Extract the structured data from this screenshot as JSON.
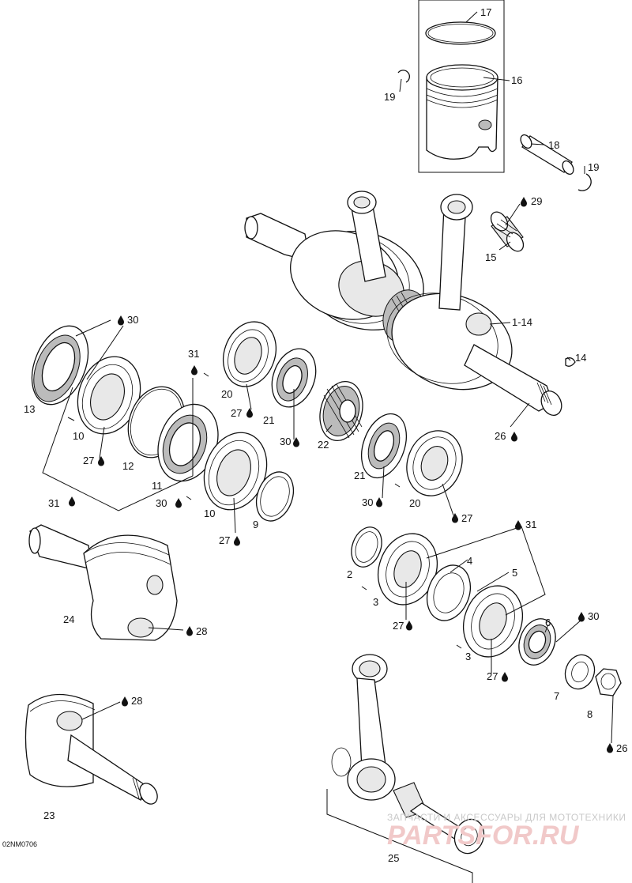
{
  "diagram_code": "02NM0706",
  "watermark": {
    "line1": "ЗАПЧАСТИ И АКСЕССУАРЫ ДЛЯ МОТОТЕХНИКИ",
    "line2": "PARTSFOR.RU"
  },
  "callouts": [
    {
      "id": "c17",
      "text": "17"
    },
    {
      "id": "c16",
      "text": "16"
    },
    {
      "id": "c19a",
      "text": "19"
    },
    {
      "id": "c18",
      "text": "18"
    },
    {
      "id": "c19b",
      "text": "19"
    },
    {
      "id": "c29",
      "text": "29"
    },
    {
      "id": "c15",
      "text": "15"
    },
    {
      "id": "c1_14",
      "text": "1-14"
    },
    {
      "id": "c14",
      "text": "14"
    },
    {
      "id": "c26a",
      "text": "26"
    },
    {
      "id": "c30a",
      "text": "30"
    },
    {
      "id": "c13",
      "text": "13"
    },
    {
      "id": "c10a",
      "text": "10"
    },
    {
      "id": "c27a",
      "text": "27"
    },
    {
      "id": "c31a",
      "text": "31"
    },
    {
      "id": "c20a",
      "text": "20"
    },
    {
      "id": "c27b",
      "text": "27"
    },
    {
      "id": "c21a",
      "text": "21"
    },
    {
      "id": "c30b",
      "text": "30"
    },
    {
      "id": "c22",
      "text": "22"
    },
    {
      "id": "c12",
      "text": "12"
    },
    {
      "id": "c11",
      "text": "11"
    },
    {
      "id": "c30c",
      "text": "30"
    },
    {
      "id": "c10b",
      "text": "10"
    },
    {
      "id": "c27c",
      "text": "27"
    },
    {
      "id": "c9",
      "text": "9"
    },
    {
      "id": "c31b",
      "text": "31"
    },
    {
      "id": "c21b",
      "text": "21"
    },
    {
      "id": "c30d",
      "text": "30"
    },
    {
      "id": "c20b",
      "text": "20"
    },
    {
      "id": "c27d",
      "text": "27"
    },
    {
      "id": "c31c",
      "text": "31"
    },
    {
      "id": "c24",
      "text": "24"
    },
    {
      "id": "c28a",
      "text": "28"
    },
    {
      "id": "c2",
      "text": "2"
    },
    {
      "id": "c4",
      "text": "4"
    },
    {
      "id": "c5",
      "text": "5"
    },
    {
      "id": "c3a",
      "text": "3"
    },
    {
      "id": "c27e",
      "text": "27"
    },
    {
      "id": "c6",
      "text": "6"
    },
    {
      "id": "c30e",
      "text": "30"
    },
    {
      "id": "c3b",
      "text": "3"
    },
    {
      "id": "c27f",
      "text": "27"
    },
    {
      "id": "c7",
      "text": "7"
    },
    {
      "id": "c8",
      "text": "8"
    },
    {
      "id": "c28b",
      "text": "28"
    },
    {
      "id": "c26b",
      "text": "26"
    },
    {
      "id": "c23",
      "text": "23"
    },
    {
      "id": "c25",
      "text": "25"
    }
  ]
}
